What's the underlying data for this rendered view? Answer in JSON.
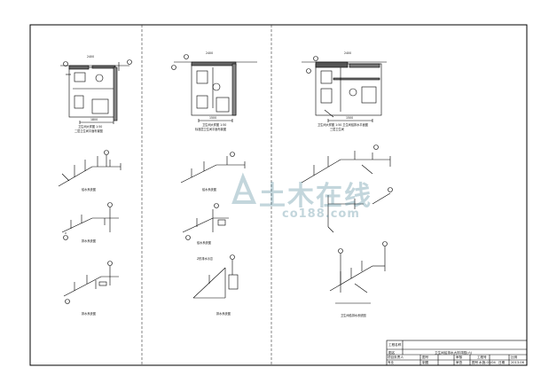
{
  "drawing": {
    "labels": [
      {
        "text": "卫生间大样图  1:50",
        "cls": "p1"
      },
      {
        "text": "二层卫生间平面布置图",
        "cls": "p1b"
      },
      {
        "text": "给水系统图",
        "cls": "a1"
      },
      {
        "text": "排水系统图",
        "cls": "a2"
      },
      {
        "text": "排水系统图",
        "cls": "a3"
      },
      {
        "text": "卫生间大样图  1:50",
        "cls": "p2"
      },
      {
        "text": "标准层卫生间平面布置图",
        "cls": "p2b"
      },
      {
        "text": "给水系统图",
        "cls": "b1"
      },
      {
        "text": "给水系统图",
        "cls": "b2"
      },
      {
        "text": "Z形排水示意",
        "cls": "b3"
      },
      {
        "text": "排水系统图",
        "cls": "b4"
      },
      {
        "text": "卫生间大样图  1:50  卫生间给排水平面图",
        "cls": "p3"
      },
      {
        "text": "三层卫生间",
        "cls": "p3b"
      },
      {
        "text": "卫生间给排水系统图",
        "cls": "c2"
      }
    ],
    "dims": [
      "2400",
      "1800",
      "2400",
      "1500",
      "2400",
      "1500"
    ]
  },
  "title_block": {
    "project_label": "工程名称",
    "sheet_title_label": "图名",
    "sheet_title": "卫生间给排水大样详图(六)",
    "row1": [
      "项目负责人",
      "",
      "图号",
      "",
      "审核",
      "",
      "工程号",
      "",
      "比例",
      ""
    ],
    "row2": [
      "专业",
      "",
      "制图",
      "",
      "审查",
      "",
      "图号",
      "水施-03/04",
      "日期",
      "2013.06"
    ]
  },
  "watermark": {
    "main": "土木在线",
    "url": "co188.com"
  }
}
